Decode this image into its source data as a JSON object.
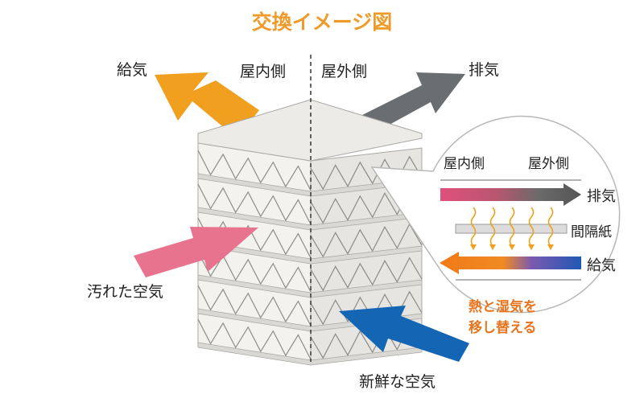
{
  "title": "交換イメージ図",
  "labels": {
    "supply_air": "給気",
    "indoor_side": "屋内側",
    "outdoor_side": "屋外側",
    "exhaust_air": "排気",
    "dirty_air": "汚れた空気",
    "fresh_air": "新鮮な空気"
  },
  "callout": {
    "indoor_side": "屋内側",
    "outdoor_side": "屋外側",
    "exhaust": "排気",
    "partition_paper": "間隔紙",
    "supply": "給気",
    "note_line1": "熱と湿気を",
    "note_line2": "移し替える"
  },
  "colors": {
    "title": "#f09a2a",
    "supply_arrow": "#f0a01e",
    "exhaust_arrow": "#6b6e71",
    "dirty_arrow": "#e8738f",
    "fresh_arrow": "#1466b4",
    "note_text": "#e8741e",
    "layer_face": "#ecebe8"
  }
}
